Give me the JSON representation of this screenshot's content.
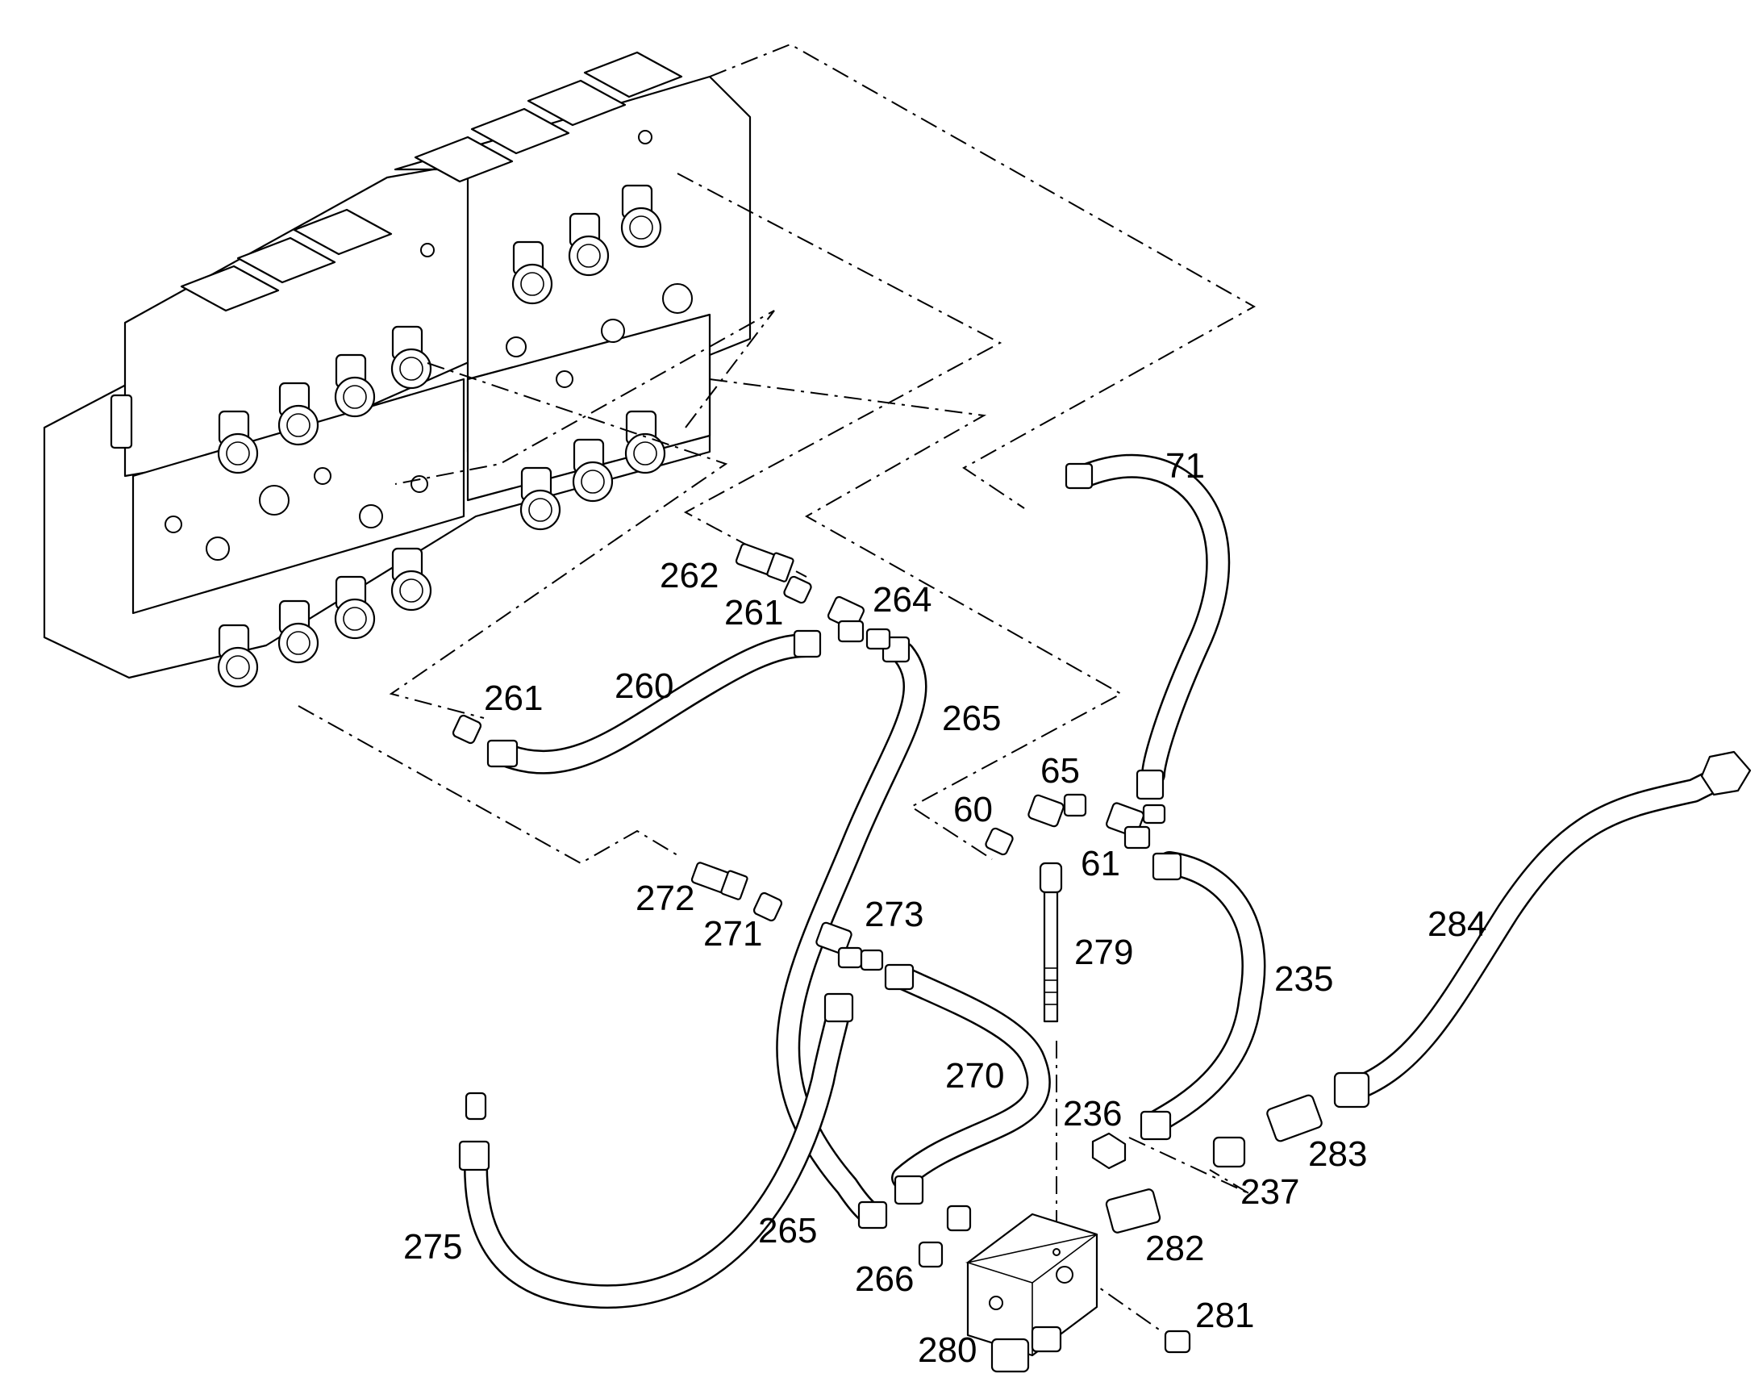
{
  "diagram": {
    "callouts": {
      "c71": "71",
      "c262": "262",
      "c261a": "261",
      "c264": "264",
      "c260": "260",
      "c261b": "261",
      "c265a": "265",
      "c65": "65",
      "c60": "60",
      "c61": "61",
      "c272": "272",
      "c271": "271",
      "c273": "273",
      "c279": "279",
      "c235": "235",
      "c284": "284",
      "c270": "270",
      "c236": "236",
      "c283": "283",
      "c237": "237",
      "c275": "275",
      "c265b": "265",
      "c282": "282",
      "c266": "266",
      "c281": "281",
      "c280": "280"
    }
  }
}
